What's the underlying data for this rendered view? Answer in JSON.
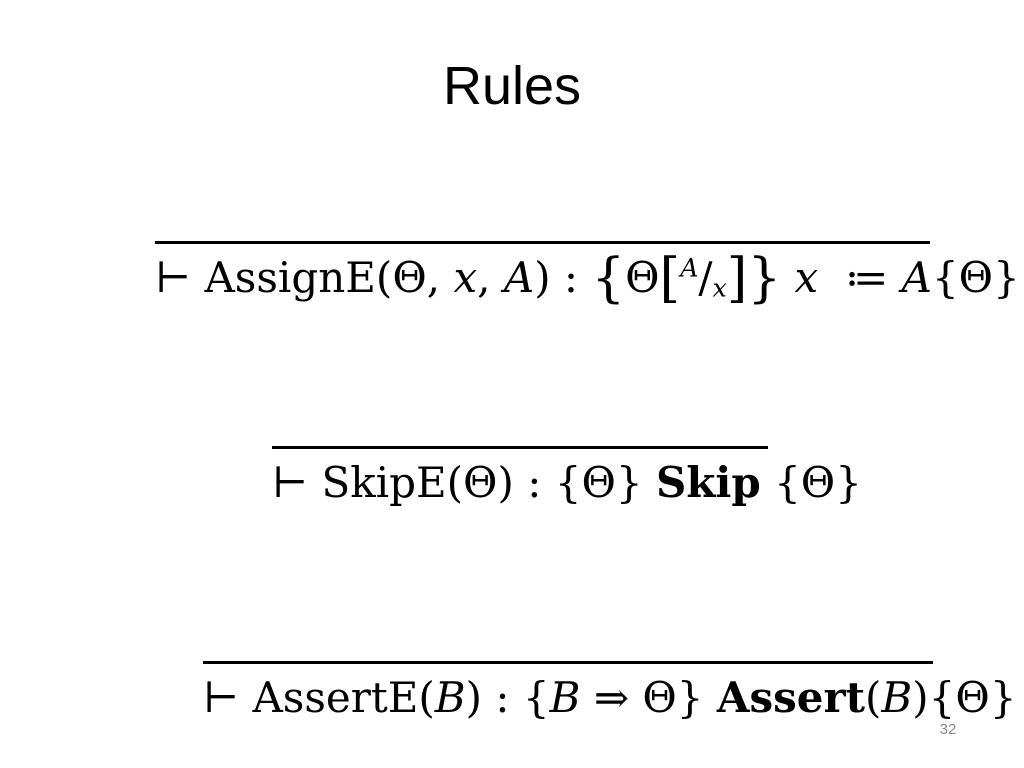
{
  "slide": {
    "title": "Rules",
    "page_number": "32",
    "background_color": "#ffffff",
    "text_color": "#000000",
    "page_number_color": "#8b8b8b"
  },
  "rules": {
    "assign": {
      "seg1": "⊢ AssignE(Θ, ",
      "var_x1": "x",
      "seg2": ", ",
      "var_a1": "A",
      "seg3": ") : ",
      "open_brace": "{",
      "theta": "Θ",
      "open_bracket": "[",
      "sup_a": "A",
      "slash": "/",
      "sub_x": "x",
      "close_bracket": "]",
      "close_brace": "}",
      "seg4": " ",
      "var_x2": "x",
      "assign_op": "  ≔ ",
      "var_a2": "A",
      "seg5": "{Θ}"
    },
    "skip": {
      "seg1": "⊢ SkipE(Θ) : {Θ} ",
      "keyword": "Skip",
      "seg2": " {Θ}"
    },
    "assert": {
      "seg1": "⊢ AssertE(",
      "var_b1": "B",
      "seg2": ") : {",
      "var_b2": "B",
      "seg3": " ⇒ Θ} ",
      "keyword": "Assert",
      "seg4": "(",
      "var_b3": "B",
      "seg5": "){Θ}"
    }
  }
}
